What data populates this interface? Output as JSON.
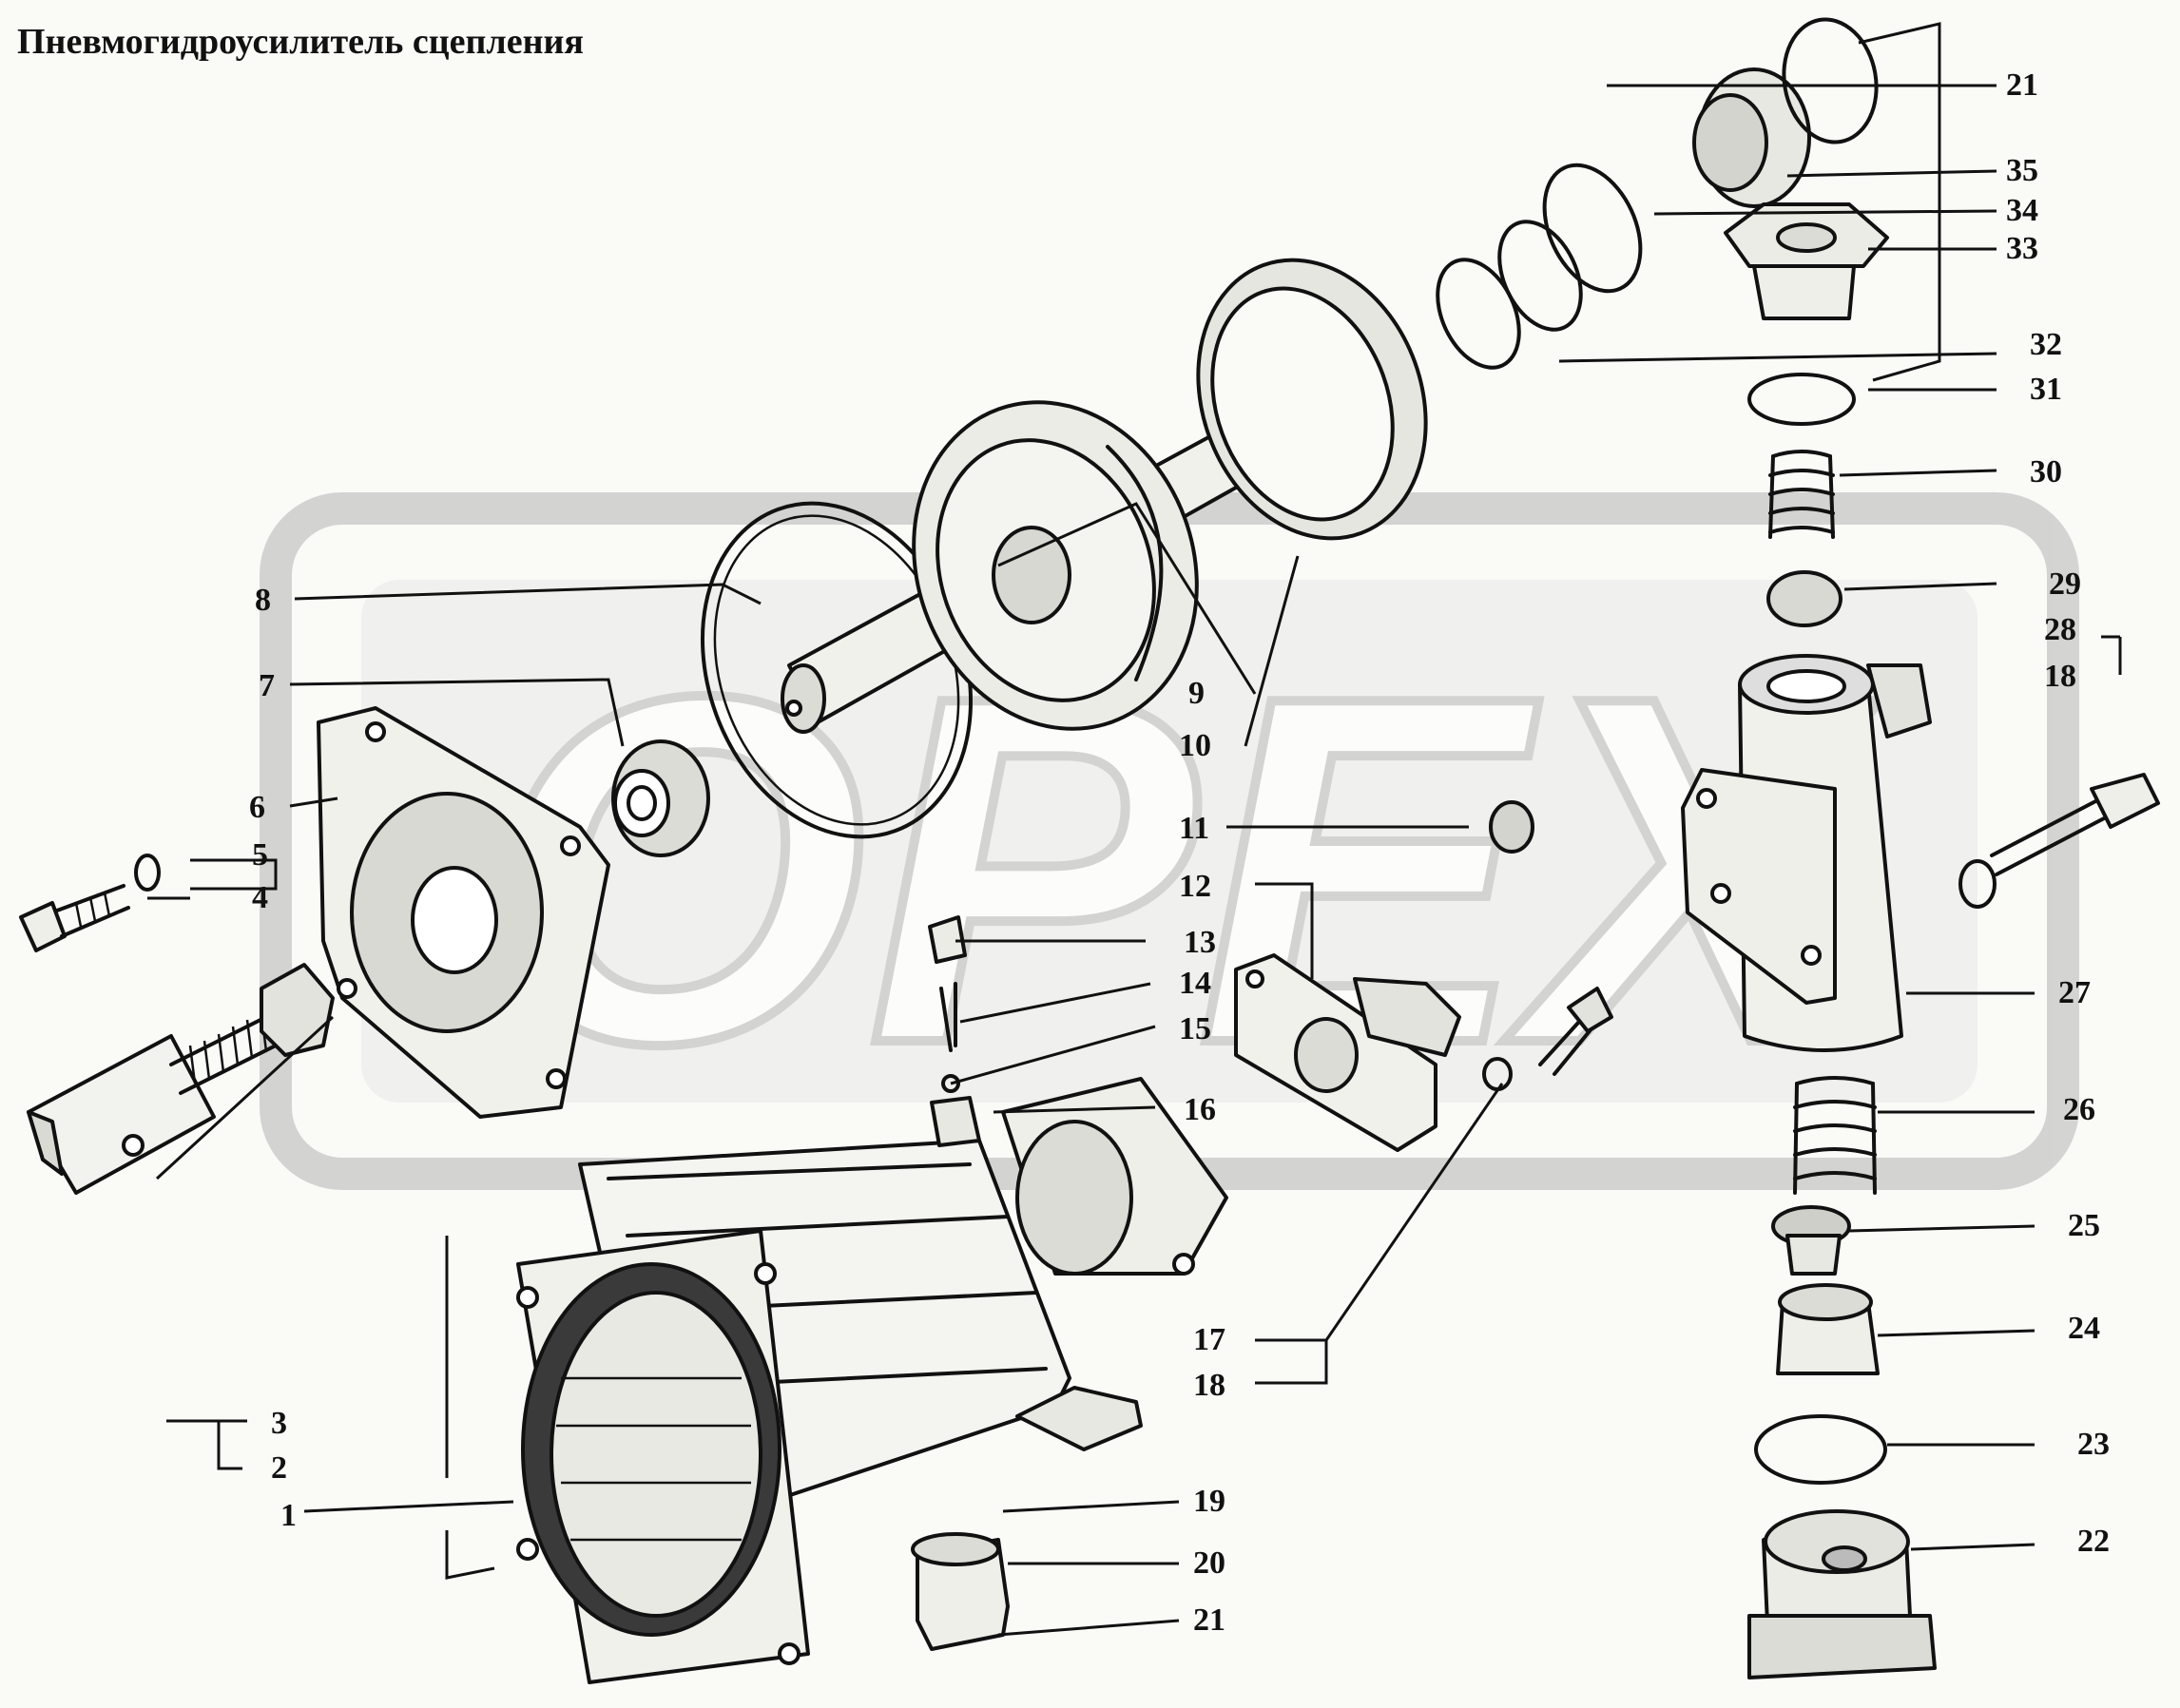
{
  "title": "Пневмогидроусилитель сцепления",
  "watermark": {
    "text": "OPEX",
    "color": "#b8b8b8"
  },
  "ink_color": "#111111",
  "callouts": {
    "n1": "1",
    "n2": "2",
    "n3": "3",
    "n4": "4",
    "n5": "5",
    "n6": "6",
    "n7": "7",
    "n8": "8",
    "n9": "9",
    "n10": "10",
    "n11": "11",
    "n12": "12",
    "n13": "13",
    "n14": "14",
    "n15": "15",
    "n16": "16",
    "n17": "17",
    "n18a": "18",
    "n18b": "18",
    "n19": "19",
    "n20": "20",
    "n21a": "21",
    "n21b": "21",
    "n22": "22",
    "n23": "23",
    "n24": "24",
    "n25": "25",
    "n26": "26",
    "n27": "27",
    "n28": "28",
    "n29": "29",
    "n30": "30",
    "n31": "31",
    "n32": "32",
    "n33": "33",
    "n34": "34",
    "n35": "35"
  }
}
